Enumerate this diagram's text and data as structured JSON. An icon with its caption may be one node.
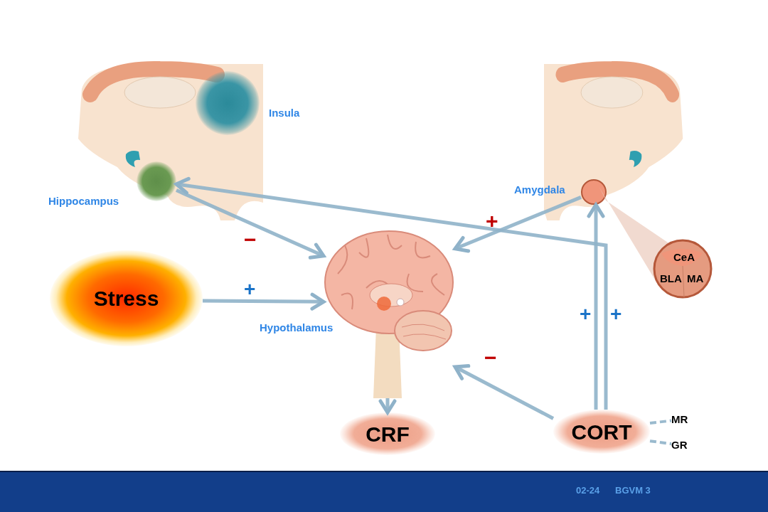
{
  "diagram": {
    "nodes": [
      {
        "text": [],
        "shape": "picture"
      },
      {
        "text": [],
        "shape": "circle",
        "in": 0,
        "beside": [
          "Insula"
        ]
      },
      {
        "text": [],
        "shape": "circle",
        "in": 0,
        "beside": [
          "Hippocampus"
        ]
      },
      {
        "text": [],
        "shape": "picture"
      },
      {
        "text": [],
        "shape": "circle",
        "in": 3,
        "beside": [
          "Amygdala"
        ]
      },
      {
        "text": [
          "CeA",
          "BLA",
          "MA"
        ]
      },
      {
        "text": [
          "Stress"
        ]
      },
      {
        "text": [],
        "shape": "picture",
        "beside": [
          "Hypothalamus"
        ]
      },
      {
        "text": [
          "CRF"
        ]
      },
      {
        "text": [
          "CORT"
        ]
      },
      {
        "text": [
          "MR"
        ]
      },
      {
        "text": [
          "GR"
        ]
      }
    ],
    "edges": [
      {
        "from": 2,
        "to": 7,
        "arrow": "to"
      },
      {
        "from": 9,
        "to": 2,
        "arrow": "to"
      },
      {
        "from": 4,
        "to": 7,
        "arrow": "to"
      },
      {
        "from": 9,
        "to": 4,
        "arrow": "to"
      },
      {
        "from": 6,
        "to": 7,
        "arrow": "to"
      },
      {
        "from": 7,
        "to": 8,
        "arrow": "to"
      },
      {
        "from": 9,
        "to": 7,
        "arrow": "to"
      },
      {
        "from": 9,
        "to": 10,
        "arrow": "none",
        "style": "dashed"
      },
      {
        "from": 9,
        "to": 11,
        "arrow": "none",
        "style": "dashed"
      }
    ],
    "labels": [
      "−",
      "+",
      "+",
      "+",
      "+",
      "−",
      "02-24",
      "BGVM 3"
    ]
  }
}
